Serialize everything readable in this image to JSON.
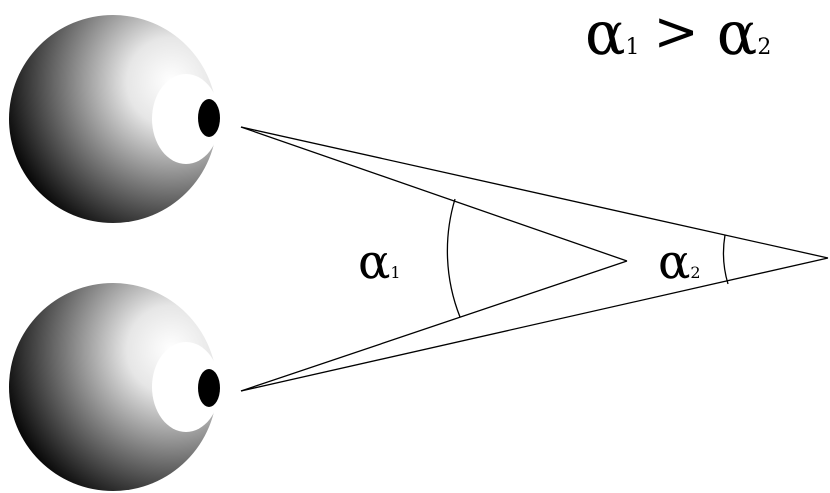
{
  "diagram": {
    "eyes": [
      {
        "name": "top-eye"
      },
      {
        "name": "bottom-eye"
      }
    ],
    "formula": {
      "left": {
        "symbol": "α",
        "subscript": "1"
      },
      "relation": ">",
      "right": {
        "symbol": "α",
        "subscript": "2"
      }
    },
    "angles": [
      {
        "symbol": "α",
        "subscript": "1"
      },
      {
        "symbol": "α",
        "subscript": "2"
      }
    ],
    "colors": {
      "eyeball_light": "#ffffff",
      "eyeball_dark": "#000000",
      "pupil": "#000000",
      "lines": "#000000"
    }
  }
}
